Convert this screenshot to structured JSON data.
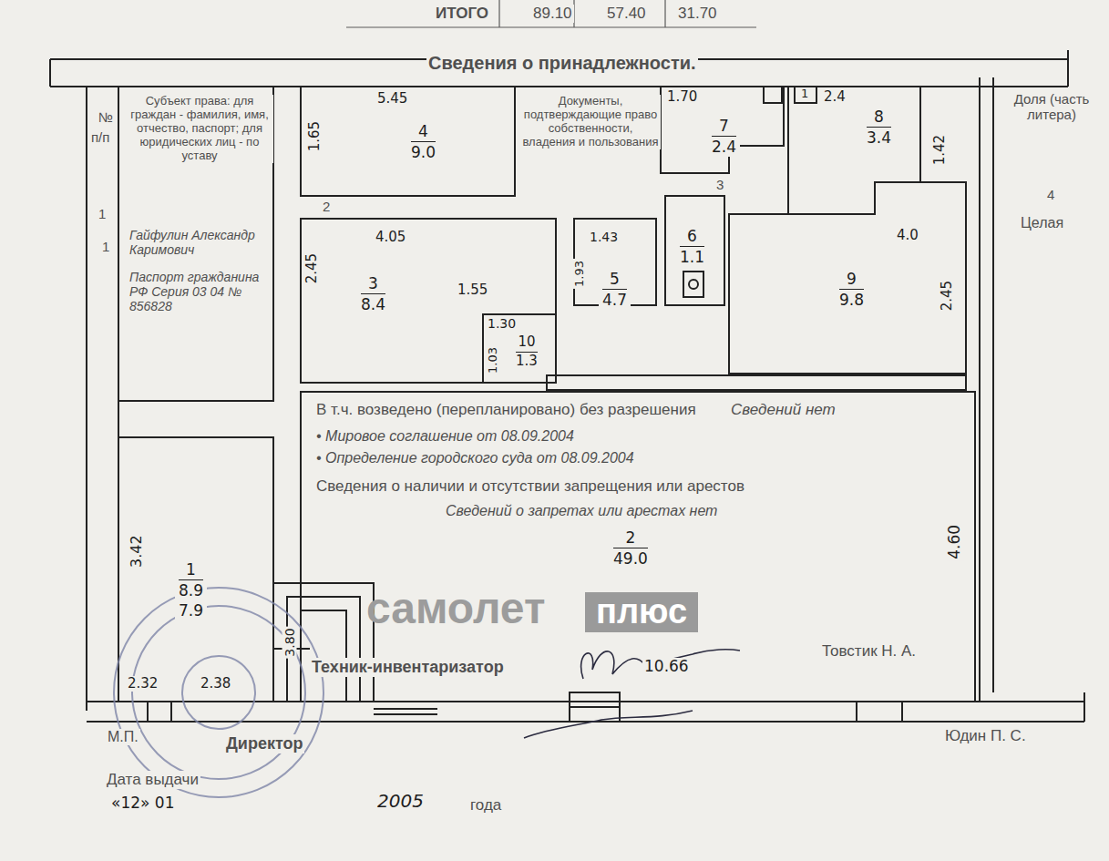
{
  "diagram": {
    "nodes": [
      {
        "text": [
          "4",
          "9.0"
        ]
      },
      {
        "text": [
          "7",
          "2.4"
        ]
      },
      {
        "text": [
          "8",
          "3.4"
        ]
      },
      {
        "text": [
          "3",
          "8.4"
        ]
      },
      {
        "text": [
          "5",
          "4.7"
        ]
      },
      {
        "text": [
          "6",
          "1.1"
        ]
      },
      {
        "text": [
          "10",
          "1.3"
        ]
      },
      {
        "text": [
          "9",
          "9.8"
        ]
      },
      {
        "text": [
          "2",
          "49.0"
        ]
      },
      {
        "text": [
          "1",
          "8.9",
          "7.9"
        ]
      }
    ],
    "labels": [
      "ИТОГО",
      "89.10",
      "57.40",
      "31.70",
      "Сведения о принадлежности.",
      "№",
      "п/п",
      "Субъект права: для граждан - фамилия, имя, отчество, паспорт; для юридических лиц - по уставу",
      "Документы, подтверждающие право собственности, владения и пользования",
      "Доля (часть литера)",
      "1",
      "2",
      "3",
      "4",
      "Целая",
      "1",
      "Гайфулин Александр Каримович",
      "Паспорт гражданина РФ Серия 03 04 № 856828",
      "В т.ч. возведено (перепланировано) без разрешения",
      "Сведений нет",
      "• Мировое соглашение от 08.09.2004",
      "• Определение городского суда от 08.09.2004",
      "Сведения о наличии и отсутствии запрещения или арестов",
      "Сведений о запретах или арестах нет",
      "Техник-инвентаризатор",
      "Товстик Н. А.",
      "М.П.",
      "Директор",
      "Юдин П. С.",
      "Дата выдачи",
      "«12» 01",
      "2005",
      "года",
      "самолет",
      "плюс",
      "5.45",
      "1.65",
      "4.05",
      "2.45",
      "1.55",
      "1.30",
      "1.03",
      "1.43",
      "1.93",
      "1.70",
      "1",
      "2.4",
      "1.42",
      "4.0",
      "2.45",
      "4.60",
      "3.42",
      "3.80",
      "2.32",
      "2.38",
      "10.66"
    ]
  }
}
